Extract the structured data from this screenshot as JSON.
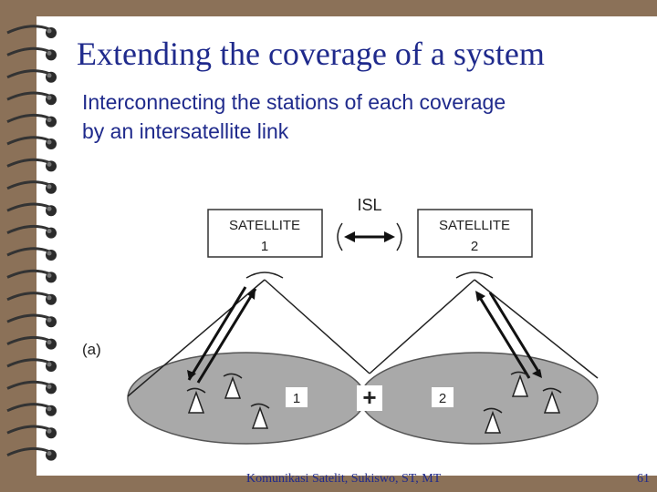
{
  "slide": {
    "title": "Extending the coverage of a system",
    "body_lines": [
      "Interconnecting the stations of each coverage",
      "by an intersatellite link"
    ],
    "footer": "Komunikasi Satelit, Sukiswo, ST, MT",
    "slide_number": "61"
  },
  "figure": {
    "panel_label": "(a)",
    "isl_label": "ISL",
    "satellite_1": {
      "name": "SATELLITE",
      "number": "1"
    },
    "satellite_2": {
      "name": "SATELLITE",
      "number": "2"
    },
    "coverage_1_label": "1",
    "coverage_2_label": "2",
    "center_symbol": "+"
  },
  "colors": {
    "background": "#8b7158",
    "title_text": "#1f2a8c",
    "coverage_fill": "#a9a9a9"
  },
  "icons": [
    "spiral-binding-ring",
    "ground-station-antenna-icon"
  ]
}
